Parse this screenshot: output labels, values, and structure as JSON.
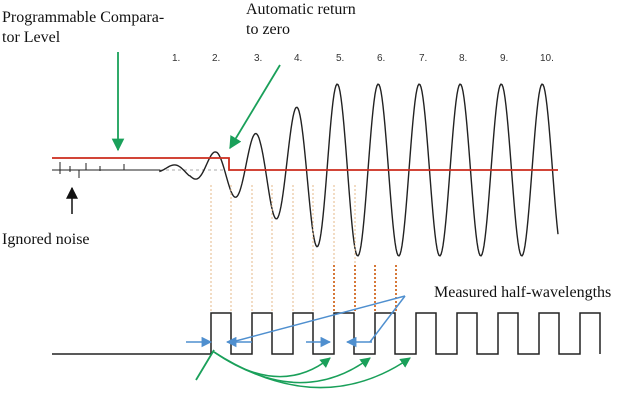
{
  "labels": {
    "comparator_line1": "Programmable Compara-",
    "comparator_line2": "tor Level",
    "auto_return_line1": "Automatic return",
    "auto_return_line2": "to zero",
    "ignored_noise": "Ignored noise",
    "measured": "Measured half-wavelengths"
  },
  "cycle_numbers": [
    "1.",
    "2.",
    "3.",
    "4.",
    "5.",
    "6.",
    "7.",
    "8.",
    "9.",
    "10."
  ],
  "colors": {
    "comparator_level": "#cc2b1d",
    "wave": "#222222",
    "green_arrow": "#1aa05a",
    "blue_arrow": "#4f8fcf",
    "dotted_light": "#e6b98a",
    "dotted_dark": "#d26a22",
    "baseline_dashed": "#aaaaaa"
  }
}
